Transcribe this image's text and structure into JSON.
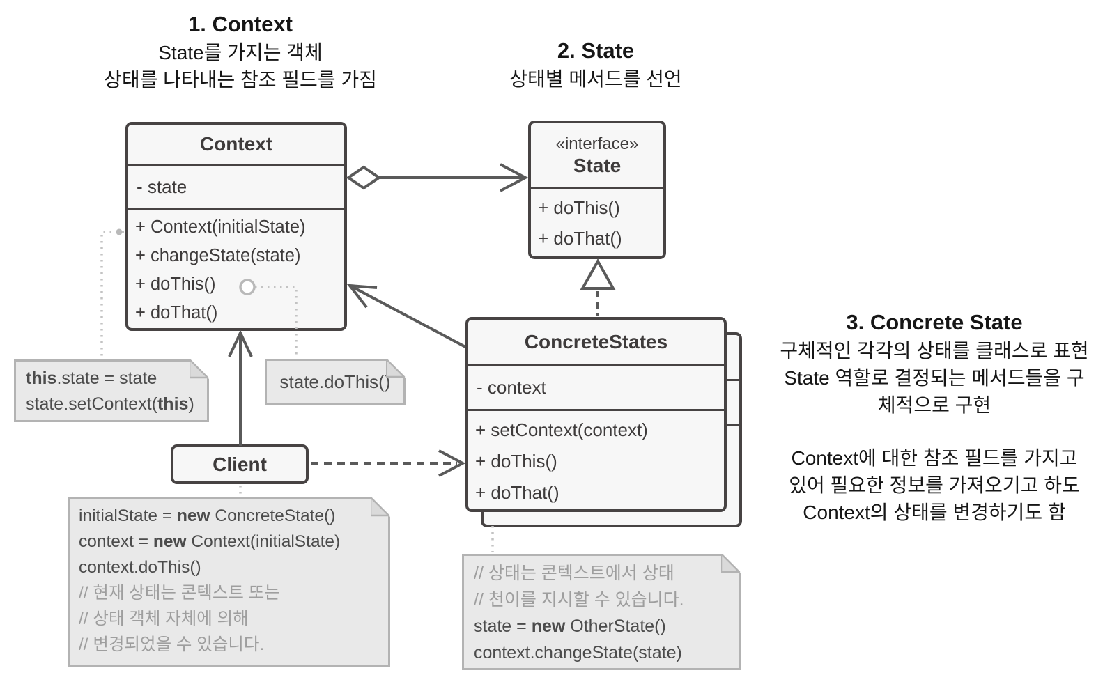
{
  "colors": {
    "box_border": "#474343",
    "box_fill": "#f7f7f7",
    "arrow": "#5a5a5a",
    "note_fill": "#e9e9e9",
    "note_border": "#b3b3b3",
    "comment_text": "#9e9e9e",
    "dotted_connector": "#c3c3c3"
  },
  "annotations": {
    "context": {
      "title": "1. Context",
      "line1": "State를 가지는 객체",
      "line2": "상태를 나타내는 참조 필드를 가짐"
    },
    "state": {
      "title": "2. State",
      "line1": "상태별 메서드를 선언"
    },
    "concrete": {
      "title": "3. Concrete State",
      "p1_line1": "구체적인 각각의 상태를 클래스로 표현",
      "p1_line2": "State 역할로 결정되는 메서드들을 구",
      "p1_line3": "체적으로 구현",
      "p2_line1": "Context에 대한 참조 필드를 가지고",
      "p2_line2": "있어 필요한 정보를 가져오기고 하도",
      "p2_line3": "Context의 상태를 변경하기도 함"
    }
  },
  "classes": {
    "context": {
      "name": "Context",
      "attr": "- state",
      "methods": [
        "+ Context(initialState)",
        "+ changeState(state)",
        "+ doThis()",
        "+ doThat()"
      ]
    },
    "state": {
      "stereotype": "«interface»",
      "name": "State",
      "methods": [
        "+ doThis()",
        "+ doThat()"
      ]
    },
    "concrete": {
      "name": "ConcreteStates",
      "attr": "- context",
      "methods": [
        "+ setContext(context)",
        "+ doThis()",
        "+ doThat()"
      ]
    },
    "client": {
      "name": "Client"
    }
  },
  "notes": {
    "set_state": {
      "l1_bold": "this",
      "l1_rest": ".state = state",
      "l2_pre": "state.setContext(",
      "l2_bold": "this",
      "l2_post": ")"
    },
    "do_this": {
      "text": "state.doThis()"
    },
    "client_code": {
      "l1_pre": "initialState = ",
      "l1_bold": "new",
      "l1_post": " ConcreteState()",
      "l2_pre": "context = ",
      "l2_bold": "new",
      "l2_post": " Context(initialState)",
      "l3": "context.doThis()",
      "c1": "// 현재 상태는 콘텍스트 또는",
      "c2": "// 상태 객체 자체에 의해",
      "c3": "// 변경되었을 수 있습니다."
    },
    "transition_code": {
      "c1": "// 상태는 콘텍스트에서 상태",
      "c2": "// 천이를 지시할 수 있습니다.",
      "l3_pre": "state = ",
      "l3_bold": "new",
      "l3_post": " OtherState()",
      "l4": "context.changeState(state)"
    }
  }
}
